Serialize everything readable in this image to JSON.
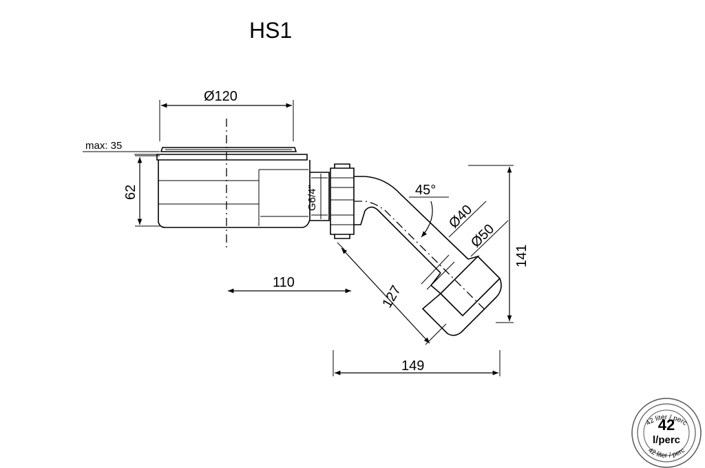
{
  "title": "HS1",
  "dimensions": {
    "diameter_top": "Ø120",
    "max_height": "max: 35",
    "height": "62",
    "thread": "G6/4\"",
    "angle": "45°",
    "outlet_inner": "Ø40",
    "outlet_outer": "Ø50",
    "vertical_total": "141",
    "diagonal_length": "127",
    "outlet_offset": "110",
    "total_width": "149"
  },
  "badge": {
    "ring_text_top": "42 liter / perc",
    "ring_text_bottom": "42 liter / perc",
    "value": "42",
    "unit": "l/perc"
  }
}
